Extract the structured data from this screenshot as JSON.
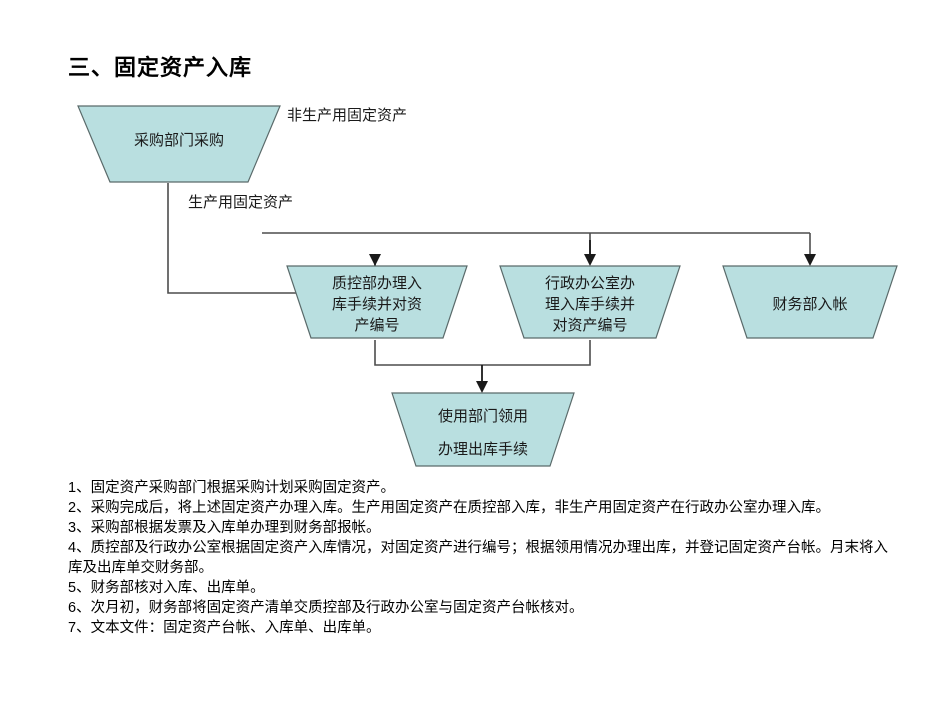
{
  "title": "三、固定资产入库",
  "diagram": {
    "nodes": [
      {
        "id": "purchase",
        "label": "采购部门采购",
        "lines": [
          "采购部门采购"
        ]
      },
      {
        "id": "qc",
        "label": "质控部办理入库手续并对资产编号",
        "lines": [
          "质控部办理入",
          "库手续并对资",
          "产编号"
        ]
      },
      {
        "id": "admin",
        "label": "行政办公室办理入库手续并对资产编号",
        "lines": [
          "行政办公室办",
          "理入库手续并",
          "对资产编号"
        ]
      },
      {
        "id": "finance",
        "label": "财务部入帐",
        "lines": [
          "财务部入帐"
        ]
      },
      {
        "id": "department",
        "label": "使用部门领用办理出库手续",
        "lines": [
          "使用部门领用",
          "办理出库手续"
        ]
      }
    ],
    "edge_labels": [
      {
        "id": "non-production",
        "text": "非生产用固定资产"
      },
      {
        "id": "production",
        "text": "生产用固定资产"
      }
    ],
    "colors": {
      "shape_fill": "#b9dfe0",
      "shape_stroke": "#5a6a6a",
      "connector": "#4d4d4d",
      "arrow": "#1a1a1a"
    }
  },
  "notes": [
    "1、固定资产采购部门根据采购计划采购固定资产。",
    "2、采购完成后，将上述固定资产办理入库。生产用固定资产在质控部入库，非生产用固定资产在行政办公室办理入库。",
    "3、采购部根据发票及入库单办理到财务部报帐。",
    "4、质控部及行政办公室根据固定资产入库情况，对固定资产进行编号；根据领用情况办理出库，并登记固定资产台帐。月末将入库及出库单交财务部。",
    "5、财务部核对入库、出库单。",
    "6、次月初，财务部将固定资产清单交质控部及行政办公室与固定资产台帐核对。",
    "7、文本文件：固定资产台帐、入库单、出库单。"
  ]
}
